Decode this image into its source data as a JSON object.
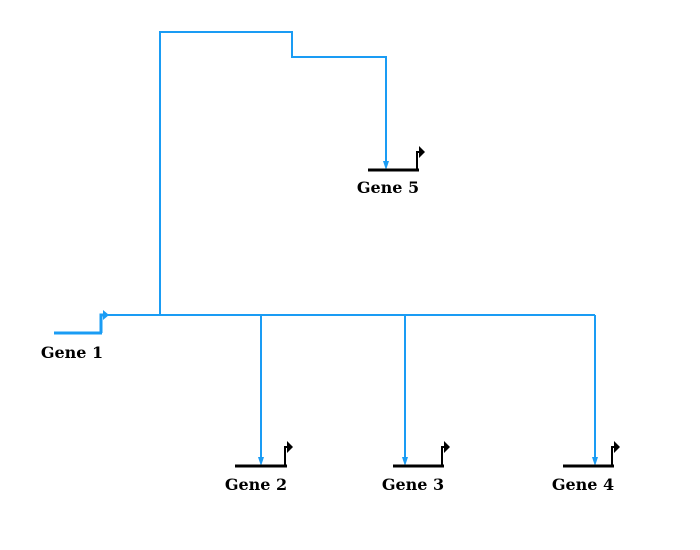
{
  "genes": [
    {
      "id": "gene1",
      "label": "Gene 1"
    },
    {
      "id": "gene2",
      "label": "Gene 2"
    },
    {
      "id": "gene3",
      "label": "Gene 3"
    },
    {
      "id": "gene4",
      "label": "Gene 4"
    },
    {
      "id": "gene5",
      "label": "Gene 5"
    }
  ],
  "regulation": [
    {
      "from": "Gene 1",
      "to": "Gene 2"
    },
    {
      "from": "Gene 1",
      "to": "Gene 3"
    },
    {
      "from": "Gene 1",
      "to": "Gene 4"
    },
    {
      "from": "Gene 1",
      "to": "Gene 5"
    }
  ],
  "colors": {
    "regulator": "#1a9cf4",
    "gene": "#000000"
  }
}
